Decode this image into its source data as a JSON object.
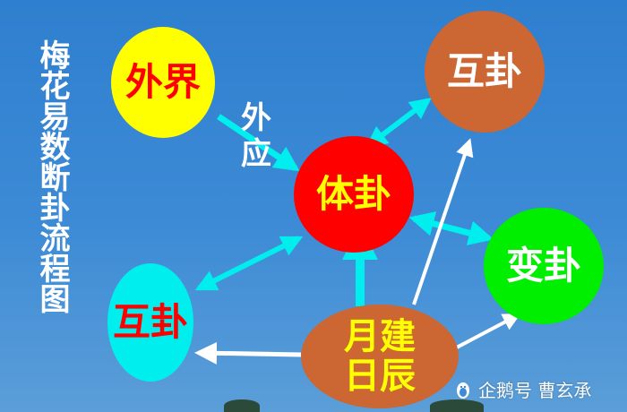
{
  "title": "梅花易数断卦流程图",
  "nodes": {
    "waijie": "外界",
    "tigua": "体卦",
    "hugua_top": "互卦",
    "biangua": "变卦",
    "hugua_left": "互卦",
    "yuejian": "月建\n日辰"
  },
  "edge_label": "外应",
  "watermark": "企鹅号 曹玄承",
  "colors": {
    "background": "#2f7fd0",
    "arrow_cyan": "#00eeee",
    "arrow_white": "#ffffff",
    "waijie": "#ffff00",
    "tigua": "#ff0000",
    "hugua": "#cc6633",
    "biangua": "#00ee00",
    "hugua_left": "#00eeee"
  }
}
